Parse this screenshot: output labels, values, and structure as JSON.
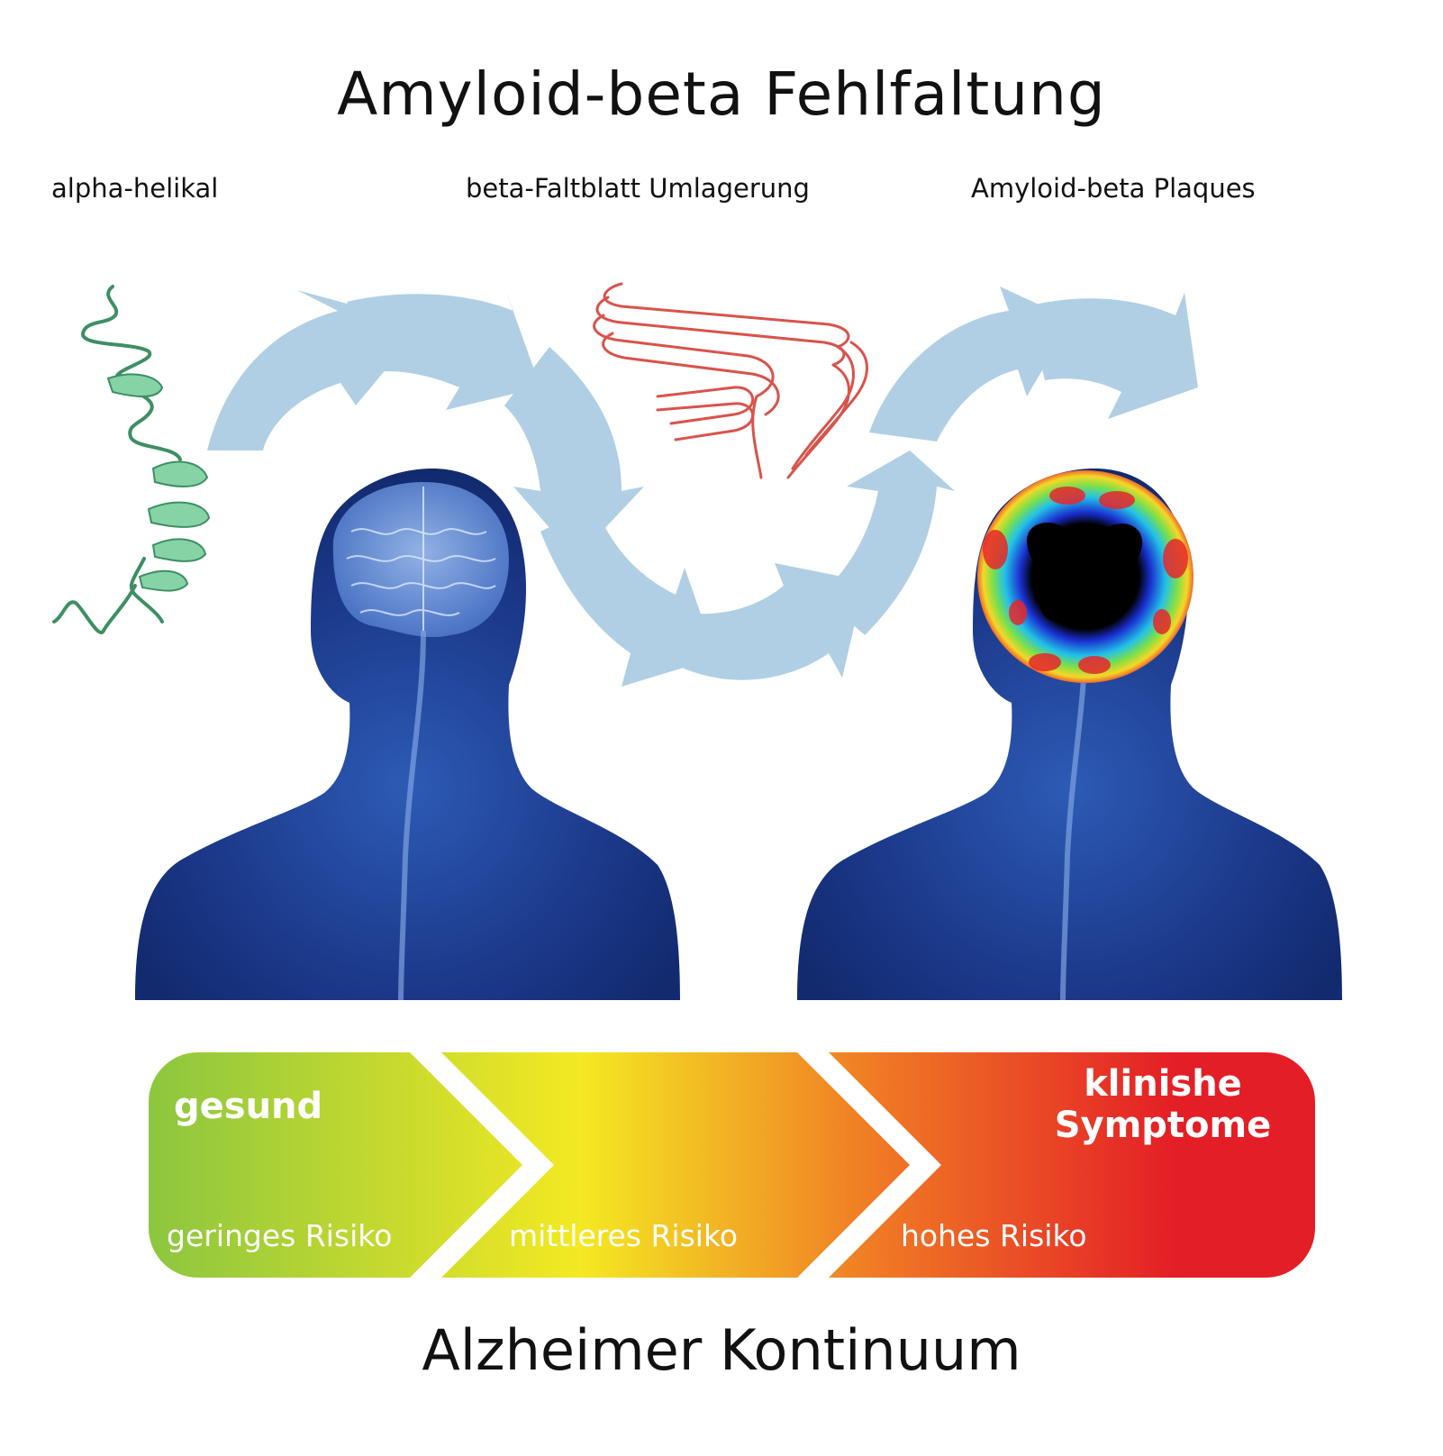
{
  "title": "Amyloid-beta Fehlfaltung",
  "stages": {
    "alpha": "alpha-helikal",
    "beta": "beta-Faltblatt Umlagerung",
    "plaques": "Amyloid-beta Plaques"
  },
  "continuum": {
    "healthy": "gesund",
    "clinical_line1": "klinishe",
    "clinical_line2": "Symptome",
    "risk_low": "geringes Risiko",
    "risk_mid": "mittleres Risiko",
    "risk_high": "hohes Risiko"
  },
  "footer": "Alzheimer Kontinuum",
  "colors": {
    "arrow": "#b0cfe4",
    "alpha_helix": "#3d8f63",
    "beta_sheet": "#d8534c",
    "body": "#1f3f8f",
    "gradient": [
      "#8cc63f",
      "#f4e922",
      "#f07b25",
      "#e41e26"
    ]
  },
  "icons": [
    "alpha-helix-icon",
    "beta-sheet-icon",
    "healthy-brain-icon",
    "pet-scan-brain-icon"
  ]
}
